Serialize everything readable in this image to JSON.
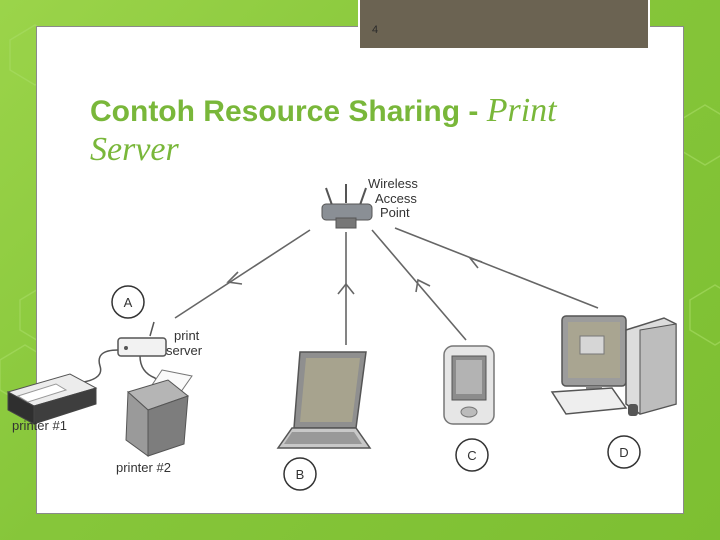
{
  "slide": {
    "page_number": "4",
    "title_regular": "Contoh Resource Sharing - ",
    "title_italic_1": "Print",
    "title_italic_2": "Server"
  },
  "diagram": {
    "access_point": {
      "line1": "Wireless",
      "line2": "Access",
      "line3": "Point"
    },
    "print_server": {
      "line1": "print",
      "line2": "server"
    },
    "printer1": "printer #1",
    "printer2": "printer #2",
    "nodes": {
      "a": "A",
      "b": "B",
      "c": "C",
      "d": "D"
    }
  },
  "colors": {
    "title": "#79b73a",
    "tab": "#6b6352",
    "background": "#8bc63e"
  }
}
